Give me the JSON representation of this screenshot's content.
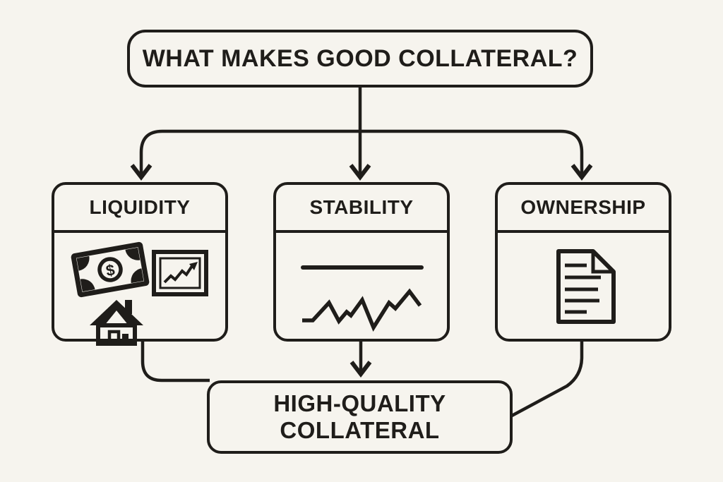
{
  "colors": {
    "background": "#F6F4EE",
    "ink": "#1F1D1A"
  },
  "title": {
    "label": "WHAT MAKES GOOD COLLATERAL?"
  },
  "factors": [
    {
      "label": "LIQUIDITY",
      "icons": [
        "dollar-bill-icon",
        "price-chart-icon",
        "house-icon"
      ]
    },
    {
      "label": "STABILITY",
      "icons": [
        "flat-line-icon",
        "volatile-line-icon"
      ]
    },
    {
      "label": "OWNERSHIP",
      "icons": [
        "deed-document-icon"
      ]
    }
  ],
  "glyphs": {
    "dollar_symbol": "$"
  },
  "result": {
    "line1": "HIGH-QUALITY",
    "line2": "COLLATERAL"
  }
}
